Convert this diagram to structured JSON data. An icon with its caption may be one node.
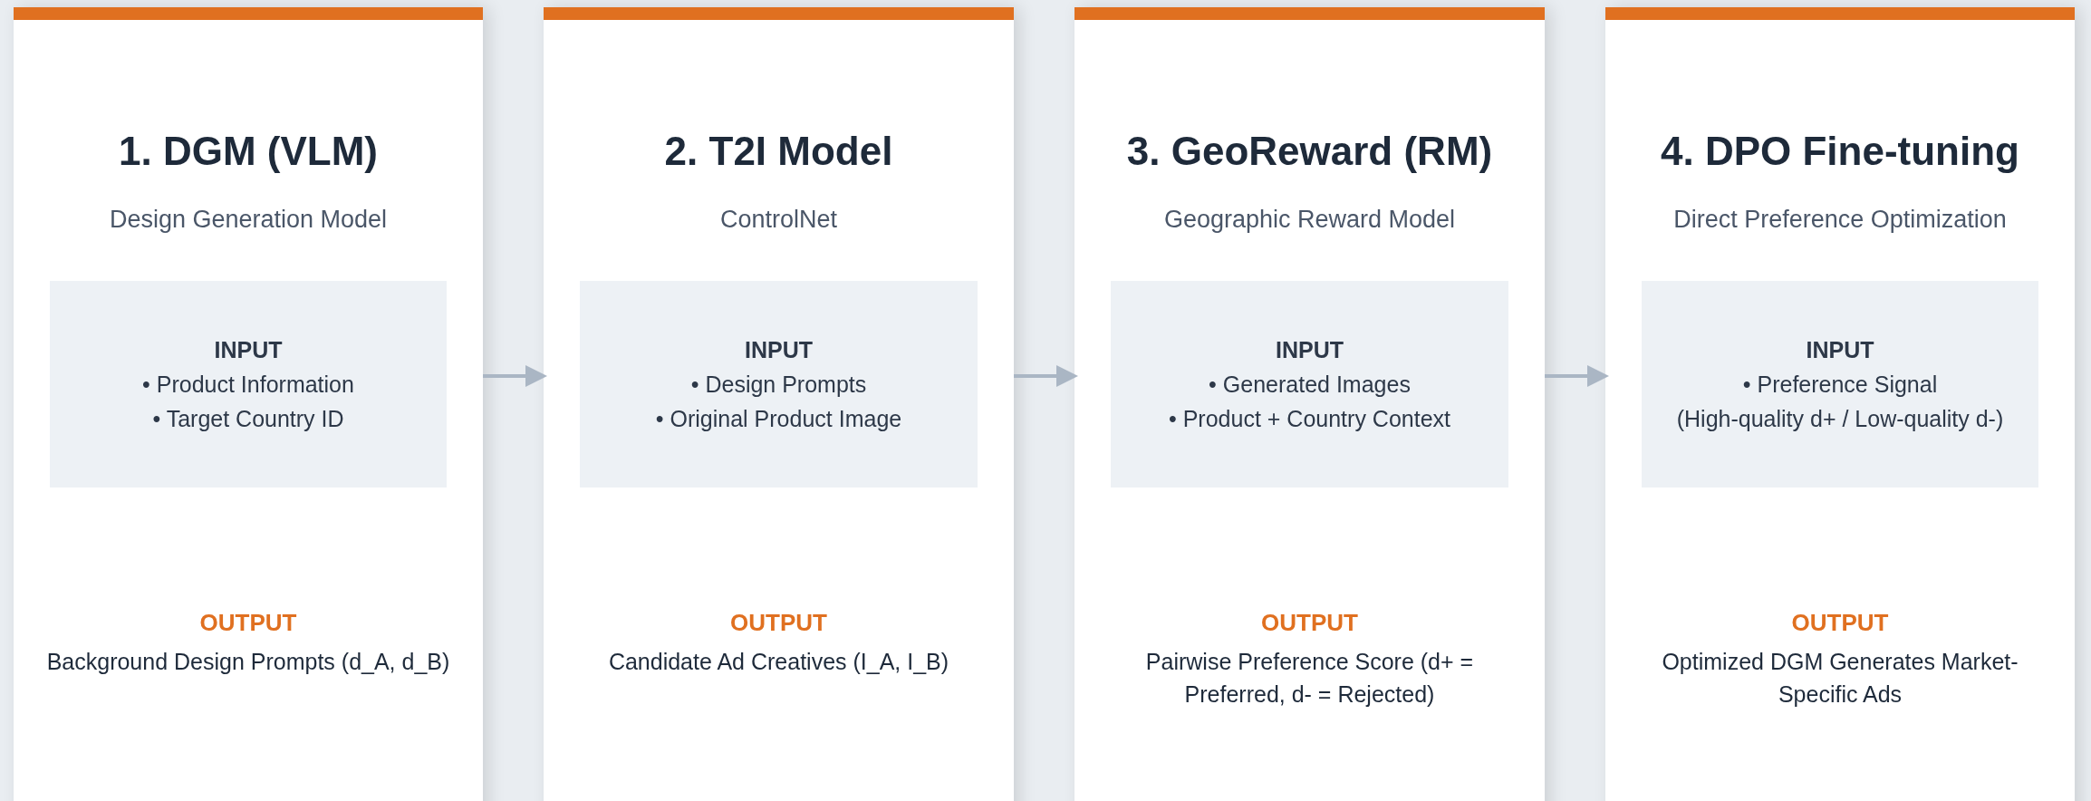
{
  "diagram": {
    "nodes": [
      {
        "text": [
          "1. DGM (VLM)",
          "Design Generation Model",
          "OUTPUT",
          "Background Design Prompts (d_A, d_B)"
        ]
      },
      {
        "text": [
          "INPUT",
          "• Product Information",
          "• Target Country ID"
        ],
        "in": 0
      },
      {
        "text": [
          "2. T2I Model",
          "ControlNet",
          "OUTPUT",
          "Candidate Ad Creatives (I_A, I_B)"
        ]
      },
      {
        "text": [
          "INPUT",
          "• Design Prompts",
          "• Original Product Image"
        ],
        "in": 2
      },
      {
        "text": [
          "3. GeoReward (RM)",
          "Geographic Reward Model",
          "OUTPUT",
          "Pairwise Preference Score (d+ = Preferred, d- = Rejected)"
        ]
      },
      {
        "text": [
          "INPUT",
          "• Generated Images",
          "• Product + Country Context"
        ],
        "in": 4
      },
      {
        "text": [
          "4. DPO Fine-tuning",
          "Direct Preference Optimization",
          "OUTPUT",
          "Optimized DGM Generates Market-Specific Ads"
        ]
      },
      {
        "text": [
          "INPUT",
          "• Preference Signal",
          "(High-quality d+ / Low-quality d-)"
        ],
        "in": 6
      }
    ],
    "edges": [
      {
        "from": 0,
        "to": 2,
        "arrow": "to"
      },
      {
        "from": 2,
        "to": 4,
        "arrow": "to"
      },
      {
        "from": 4,
        "to": 6,
        "arrow": "to"
      }
    ]
  }
}
